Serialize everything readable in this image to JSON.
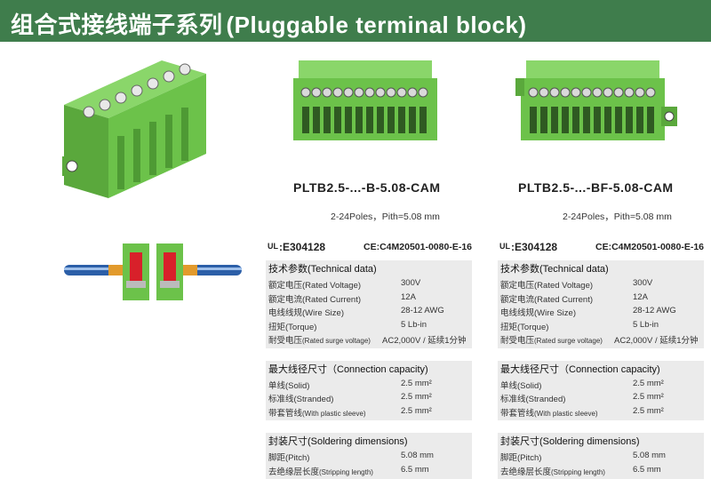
{
  "header": {
    "title_cn": "组合式接线端子系列",
    "title_en": "(Pluggable terminal block)"
  },
  "colors": {
    "header_bg": "#3f7d4c",
    "terminal_green": "#6cc24a",
    "panel_bg": "#ebebeb"
  },
  "products": [
    {
      "model": "PLTB2.5-...-B-5.08-CAM",
      "poles": "2-24Poles，Pith=5.08 mm"
    },
    {
      "model": "PLTB2.5-...-BF-5.08-CAM",
      "poles": "2-24Poles，Pith=5.08 mm"
    }
  ],
  "specs": [
    {
      "ul_mark": "UL",
      "ul": "E304128",
      "ce": "CE:C4M20501-0080-E-16",
      "tech_title": "技术参数(Technical data)",
      "tech": [
        {
          "cn": "额定电压",
          "en": "(Rated Voltage)",
          "value": "300V"
        },
        {
          "cn": "额定电流",
          "en": "(Rated Current)",
          "value": "12A"
        },
        {
          "cn": "电线线规",
          "en": "(Wire Size)",
          "value": "28-12 AWG"
        },
        {
          "cn": "扭矩",
          "en": "(Torque)",
          "value": "5 Lb-in"
        },
        {
          "cn": "耐受电压",
          "en": "(Rated surge voltage)",
          "value": "AC2,000V / 延续1分钟"
        }
      ],
      "cap_title": "最大线径尺寸（Connection capacity)",
      "cap": [
        {
          "cn": "单线",
          "en": "(Solid)",
          "value": "2.5 mm²"
        },
        {
          "cn": "标准线",
          "en": "(Stranded)",
          "value": "2.5 mm²"
        },
        {
          "cn": "带套管线",
          "en": "(With plastic sleeve)",
          "value": "2.5 mm²"
        }
      ],
      "sol_title": "封装尺寸(Soldering dimensions)",
      "sol": [
        {
          "cn": "脚距",
          "en": "(Pitch)",
          "value": "5.08  mm"
        },
        {
          "cn": "去绝缘层长度",
          "en": "(Stripping length)",
          "value": "6.5 mm"
        }
      ]
    },
    {
      "ul_mark": "UL",
      "ul": "E304128",
      "ce": "CE:C4M20501-0080-E-16",
      "tech_title": "技术参数(Technical data)",
      "tech": [
        {
          "cn": "额定电压",
          "en": "(Rated Voltage)",
          "value": "300V"
        },
        {
          "cn": "额定电流",
          "en": "(Rated Current)",
          "value": "12A"
        },
        {
          "cn": "电线线规",
          "en": "(Wire Size)",
          "value": "28-12 AWG"
        },
        {
          "cn": "扭矩",
          "en": "(Torque)",
          "value": "5 Lb-in"
        },
        {
          "cn": "耐受电压",
          "en": "(Rated surge voltage)",
          "value": "AC2,000V / 延续1分钟"
        }
      ],
      "cap_title": "最大线径尺寸（Connection capacity)",
      "cap": [
        {
          "cn": "单线",
          "en": "(Solid)",
          "value": "2.5 mm²"
        },
        {
          "cn": "标准线",
          "en": "(Stranded)",
          "value": "2.5 mm²"
        },
        {
          "cn": "带套管线",
          "en": "(With plastic sleeve)",
          "value": "2.5 mm²"
        }
      ],
      "sol_title": "封装尺寸(Soldering dimensions)",
      "sol": [
        {
          "cn": "脚距",
          "en": "(Pitch)",
          "value": "5.08  mm"
        },
        {
          "cn": "去绝缘层长度",
          "en": "(Stripping length)",
          "value": "6.5 mm"
        }
      ]
    }
  ]
}
